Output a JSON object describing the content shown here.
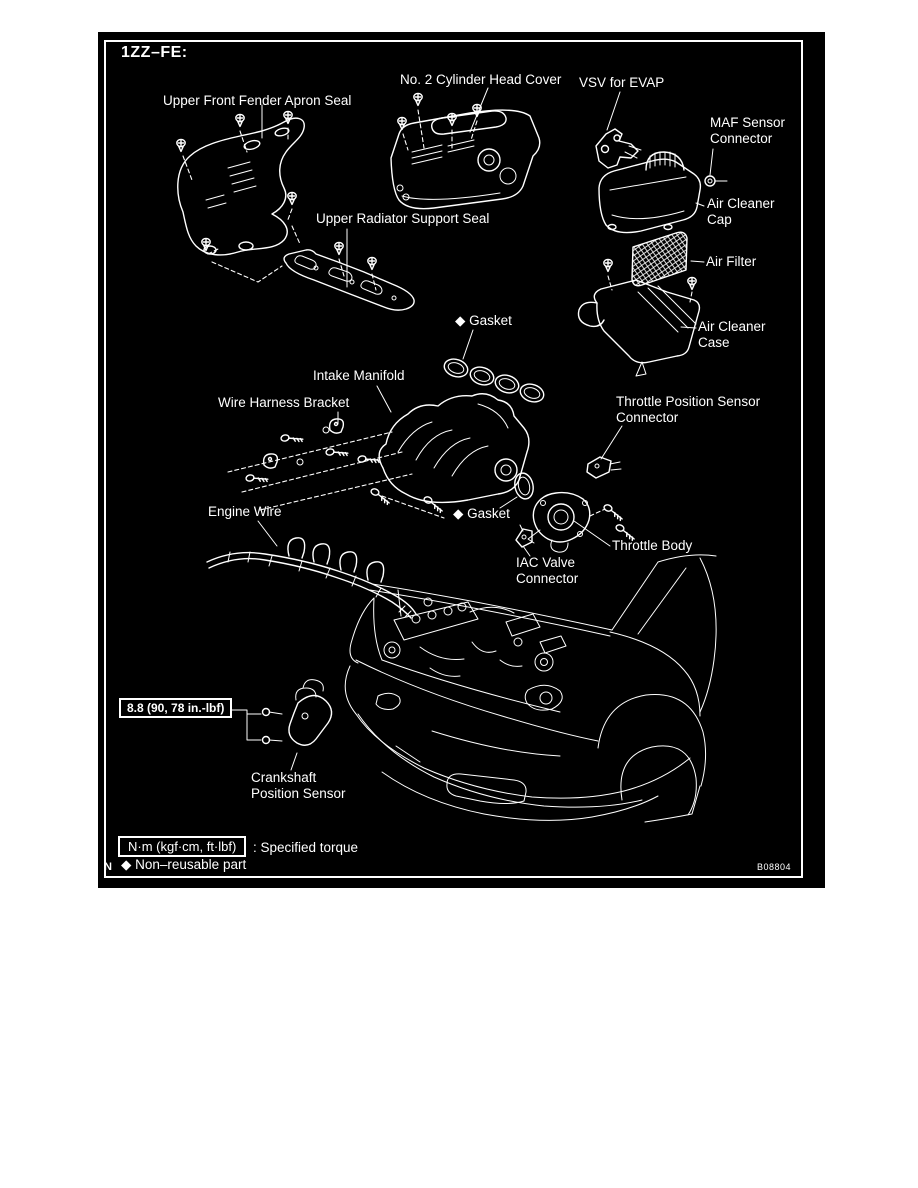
{
  "panel": {
    "engine_code": "1ZZ–FE:",
    "drawing_number": "B08804",
    "corner_letter": "N"
  },
  "callouts": {
    "fender_seal": "Upper Front Fender Apron Seal",
    "head_cover": "No. 2 Cylinder Head Cover",
    "vsv_evap": "VSV for EVAP",
    "maf_connector": "MAF Sensor\nConnector",
    "air_cleaner_cap": "Air Cleaner\nCap",
    "radiator_seal": "Upper Radiator Support Seal",
    "air_filter": "Air Filter",
    "air_cleaner_case": "Air Cleaner\nCase",
    "gasket_upper": "◆ Gasket",
    "intake_manifold": "Intake Manifold",
    "wire_harness_bracket": "Wire Harness Bracket",
    "tps_connector": "Throttle Position Sensor\nConnector",
    "engine_wire": "Engine Wire",
    "gasket_lower": "◆ Gasket",
    "throttle_body": "Throttle Body",
    "iac_connector": "IAC Valve\nConnector",
    "crankshaft_sensor": "Crankshaft\nPosition Sensor"
  },
  "torque": {
    "value": "8.8 (90, 78 in.-lbf)"
  },
  "legend": {
    "torque_box": "N·m (kgf·cm, ft·lbf)",
    "torque_meaning": ": Specified torque",
    "nonreusable": "◆ Non–reusable part"
  },
  "colors": {
    "background": "#ffffff",
    "panel": "#000000",
    "line_art": "#ffffff"
  }
}
